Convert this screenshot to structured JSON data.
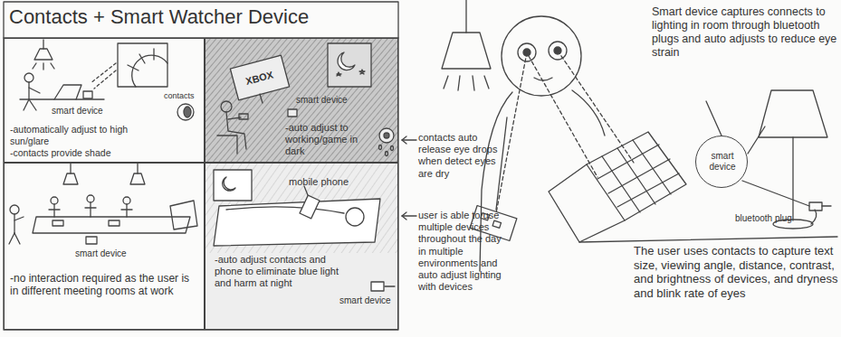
{
  "diagram": {
    "title": "Contacts + Smart Watcher Device",
    "nodes": [
      {
        "text": [
          "smart device",
          "contacts",
          "-automatically adjust to high sun/glare",
          "-contacts provide shade"
        ]
      },
      {
        "text": [
          "XBOX",
          "smart device",
          "-auto adjust to working/game in dark"
        ]
      },
      {
        "text": [
          "smart device",
          "-no interaction required as the user is in different meeting rooms at work"
        ]
      },
      {
        "text": [
          "mobile phone",
          "smart device",
          "-auto adjust contacts and phone to eliminate blue light and harm at night"
        ]
      },
      {
        "text": [
          "smart device"
        ]
      }
    ],
    "labels": [
      "contacts auto release eye drops when detect eyes are dry",
      "user is able to use multiple devices throughout the day in multiple environments and auto adjust lighting with devices",
      "Smart device captures connects to lighting in room through bluetooth plugs and auto adjusts to reduce eye strain",
      "bluetooth plug",
      "The user uses contacts to capture text size, viewing angle, distance, contrast, and brightness of devices, and dryness and blink rate of eyes"
    ]
  }
}
